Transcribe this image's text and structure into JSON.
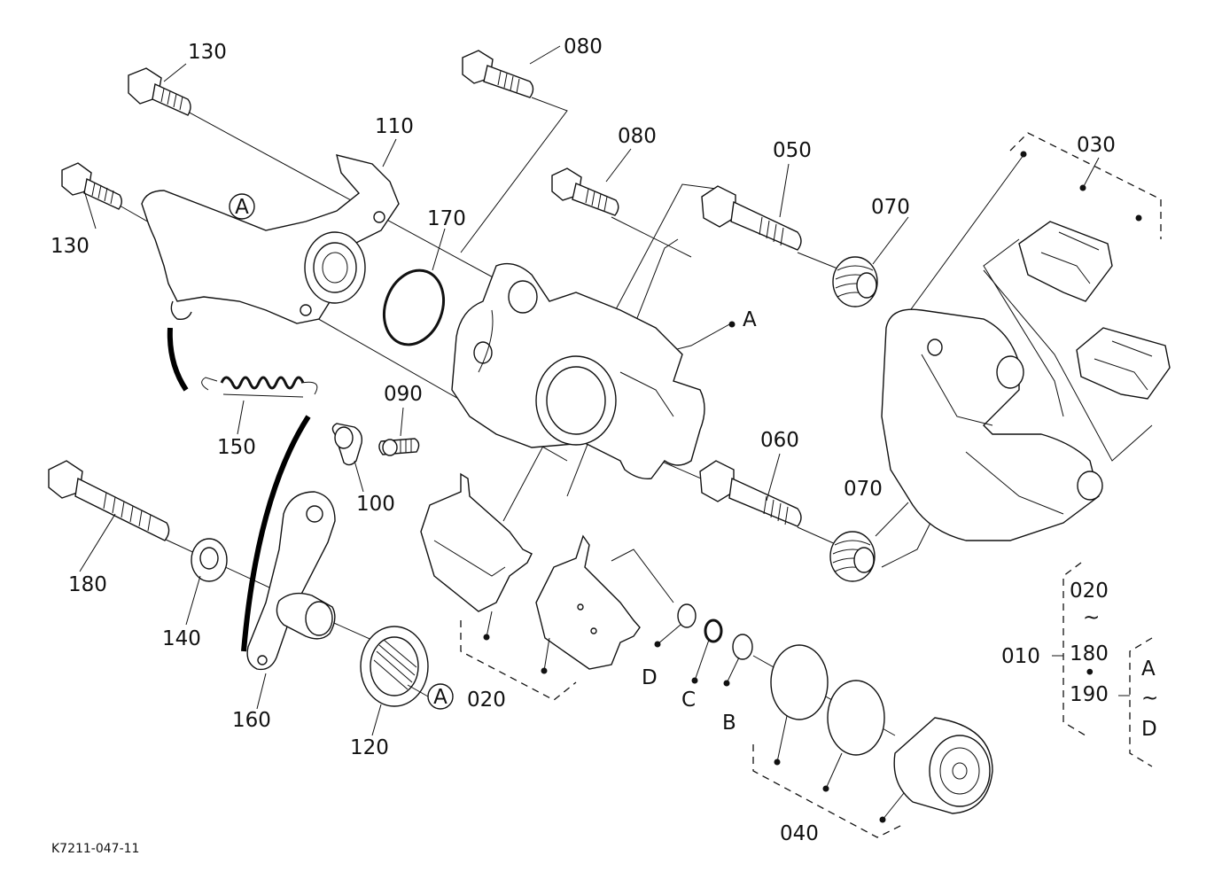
{
  "diagram": {
    "reference_code": "K7211-047-11",
    "callouts": {
      "p010": "010",
      "p020": "020",
      "p020_key": "020",
      "p030": "030",
      "p040": "040",
      "p050": "050",
      "p060": "060",
      "p070_top": "070",
      "p070_bottom": "070",
      "p080_top": "080",
      "p080_mid": "080",
      "p090": "090",
      "p100": "100",
      "p110": "110",
      "p120": "120",
      "p130_top": "130",
      "p130_left": "130",
      "p140": "140",
      "p150": "150",
      "p160": "160",
      "p170": "170",
      "p180": "180",
      "p180_key": "180",
      "p190_key": "190",
      "letter_A_circle_top": "A",
      "letter_A_circle_bottom": "A",
      "letter_A_point": "A",
      "letter_B": "B",
      "letter_C": "C",
      "letter_D": "D",
      "key_A": "A",
      "key_D": "D",
      "tilde": "~",
      "dot": "•"
    }
  }
}
